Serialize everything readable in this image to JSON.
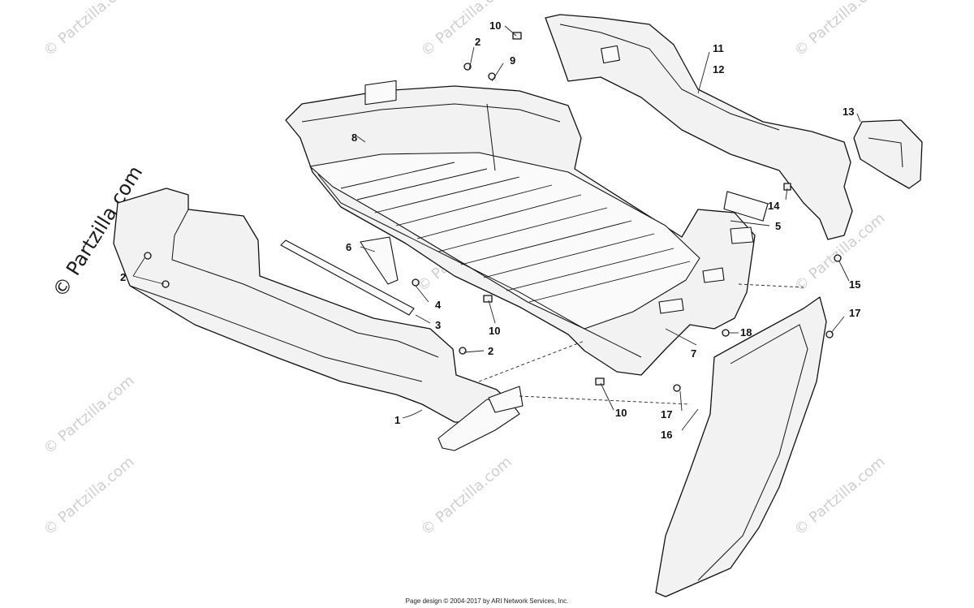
{
  "footer": {
    "text": "Page design © 2004-2017 by ARI Network Services, Inc."
  },
  "watermark": {
    "text": "© Partzilla.com",
    "color": "#cfcfcf"
  },
  "callouts": {
    "c1": "1",
    "c2a": "2",
    "c2b": "2",
    "c2c": "2",
    "c3": "3",
    "c4": "4",
    "c5": "5",
    "c6": "6",
    "c7": "7",
    "c8": "8",
    "c9": "9",
    "c10a": "10",
    "c10b": "10",
    "c10c": "10",
    "c11": "11",
    "c12": "12",
    "c13": "13",
    "c14": "14",
    "c15": "15",
    "c16": "16",
    "c17a": "17",
    "c17b": "17",
    "c18": "18"
  }
}
